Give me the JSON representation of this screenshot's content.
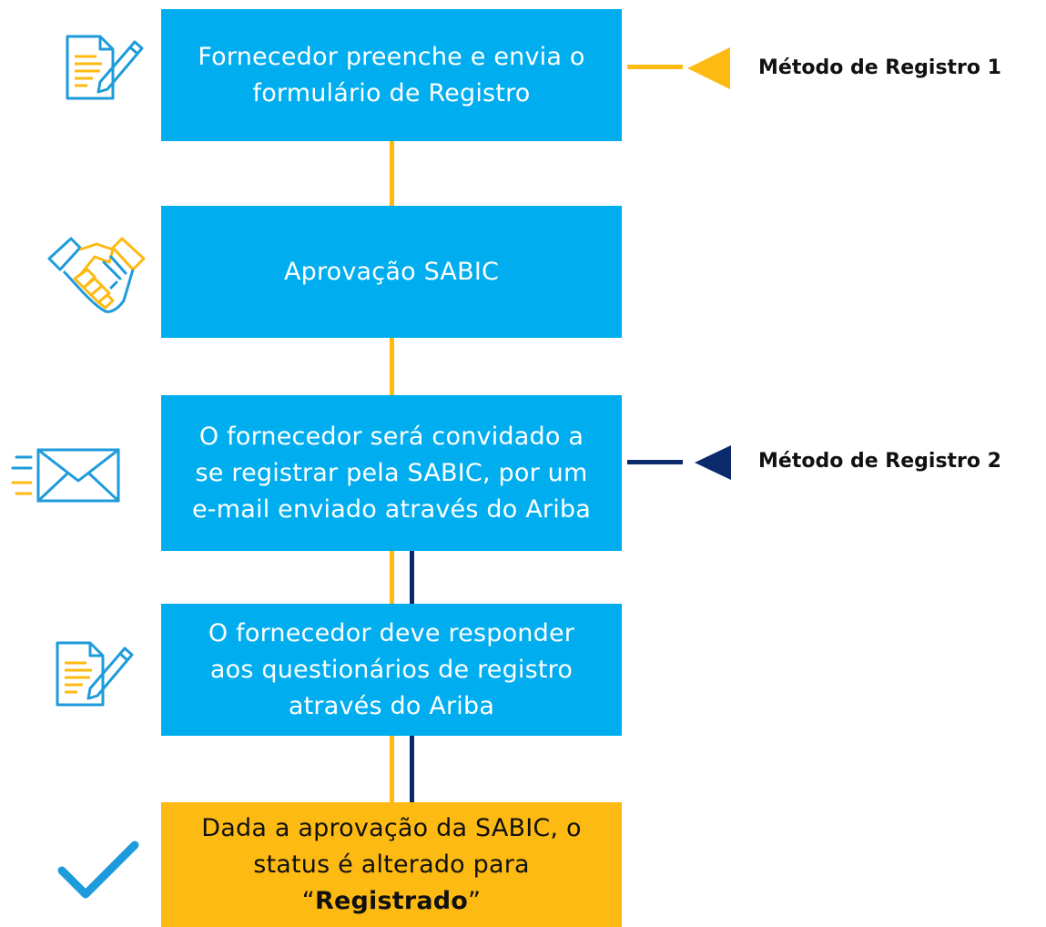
{
  "steps": [
    {
      "lines": [
        "Fornecedor preenche e envia o",
        "formulário de Registro"
      ]
    },
    {
      "lines": [
        "Aprovação SABIC"
      ]
    },
    {
      "lines": [
        "O fornecedor será convidado a",
        "se registrar pela SABIC, por um",
        "e-mail enviado através do Ariba"
      ]
    },
    {
      "lines": [
        "O fornecedor deve responder",
        "aos questionários de registro",
        "através do Ariba"
      ]
    },
    {
      "lines": [
        "Dada a aprovação da SABIC, o",
        "status é alterado para"
      ],
      "quote_open": "“",
      "highlight": "Registrado",
      "quote_close": "”"
    }
  ],
  "methods": {
    "method1": "Método de Registro 1",
    "method2": "Método de Registro 2"
  },
  "icons": [
    "document-edit-icon",
    "handshake-icon",
    "email-icon",
    "document-edit-icon",
    "checkmark-icon"
  ],
  "colors": {
    "step_blue": "#00AEEF",
    "final_yellow": "#FDBA12",
    "method1_yellow": "#FDBA12",
    "method2_navy": "#0B2A6B"
  }
}
